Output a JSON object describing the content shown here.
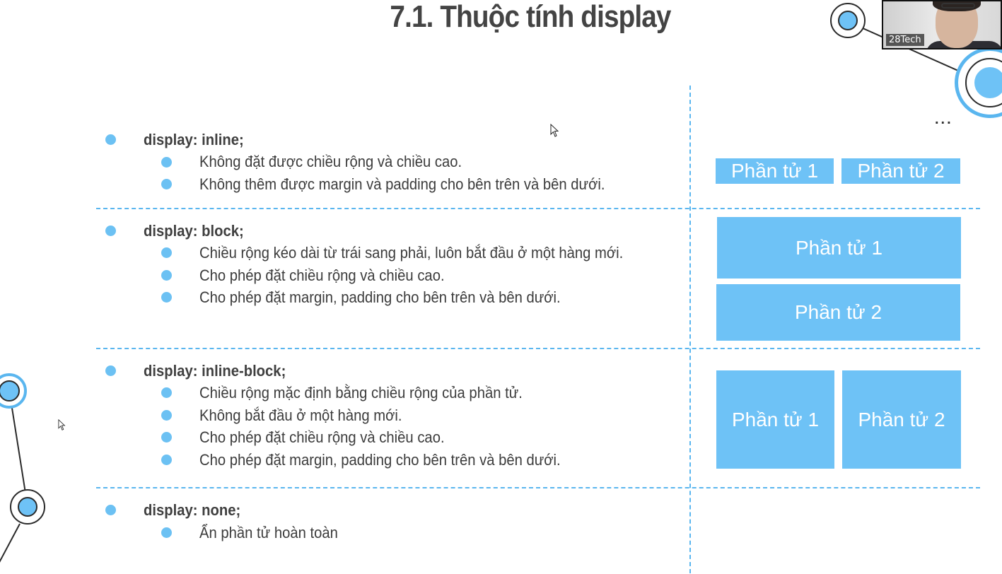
{
  "slide": {
    "title": "7.1. Thuộc tính display"
  },
  "webcam": {
    "name": "28Tech"
  },
  "toolbar": {
    "more_icon": "more-dots-icon",
    "more_label": "..."
  },
  "sections": [
    {
      "heading": "display: inline;",
      "items": [
        "Không đặt được chiều rộng và chiều cao.",
        "Không thêm được margin và padding cho bên trên và bên dưới."
      ],
      "demo": [
        "Phần tử 1",
        "Phần tử 2"
      ]
    },
    {
      "heading": "display: block;",
      "items": [
        "Chiều rộng kéo dài từ trái sang phải, luôn bắt đầu ở một hàng mới.",
        "Cho phép đặt chiều rộng và chiều cao.",
        "Cho phép đặt margin, padding cho bên trên và bên dưới."
      ],
      "demo": [
        "Phần tử 1",
        "Phần tử 2"
      ]
    },
    {
      "heading": "display: inline-block;",
      "items": [
        "Chiều rộng mặc định bằng chiều rộng của phần tử.",
        "Không bắt đầu ở một hàng mới.",
        "Cho phép đặt chiều rộng và chiều cao.",
        "Cho phép đặt margin, padding cho bên trên và bên dưới."
      ],
      "demo": [
        "Phần tử 1",
        "Phần tử 2"
      ]
    },
    {
      "heading": "display: none;",
      "items": [
        "Ẩn phần tử hoàn toàn"
      ]
    }
  ],
  "colors": {
    "accent": "#6ec2f6",
    "bullet": "#6cc1f3",
    "separator": "#5ab6ef",
    "text": "#3c3c3c"
  }
}
